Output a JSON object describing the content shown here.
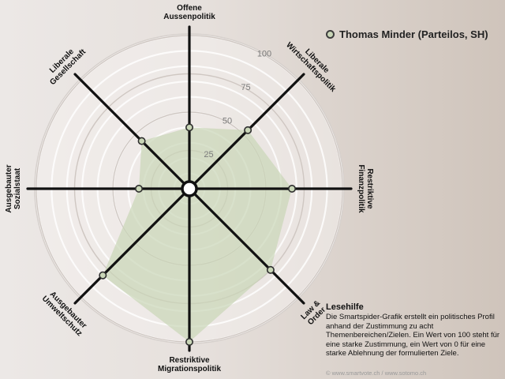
{
  "chart_data": {
    "type": "radar",
    "axes": [
      "Offene Aussenpolitik",
      "Liberale Wirtschaftspolitik",
      "Restriktive Finanzpolitik",
      "Law & Order",
      "Restriktive Migrationspolitik",
      "Ausgebauter Umweltschutz",
      "Ausgebauter Sozialstaat",
      "Liberale Gesellschaft"
    ],
    "ring_ticks": [
      25,
      50,
      75,
      100
    ],
    "range": [
      0,
      100
    ],
    "series": [
      {
        "name": "Thomas Minder (Parteilos, SH)",
        "values": [
          40,
          54,
          67,
          75,
          100,
          80,
          33,
          44
        ]
      }
    ]
  },
  "legend": {
    "label": "Thomas Minder (Parteilos, SH)"
  },
  "help": {
    "title": "Lesehilfe",
    "text": "Die Smartspider-Grafik erstellt ein politisches Profil anhand der Zustimmung zu acht Themenbereichen/Zielen. Ein Wert von 100 steht für eine starke Zustimmung, ein Wert von 0 für eine starke Ablehnung der formulierten Ziele."
  },
  "credit": "© www.smartvote.ch / www.sotomo.ch",
  "colors": {
    "fill": "#c9d6b7",
    "axis": "#111111",
    "ring": "#f4f1ef",
    "ring_dark": "#d6d0cc"
  }
}
